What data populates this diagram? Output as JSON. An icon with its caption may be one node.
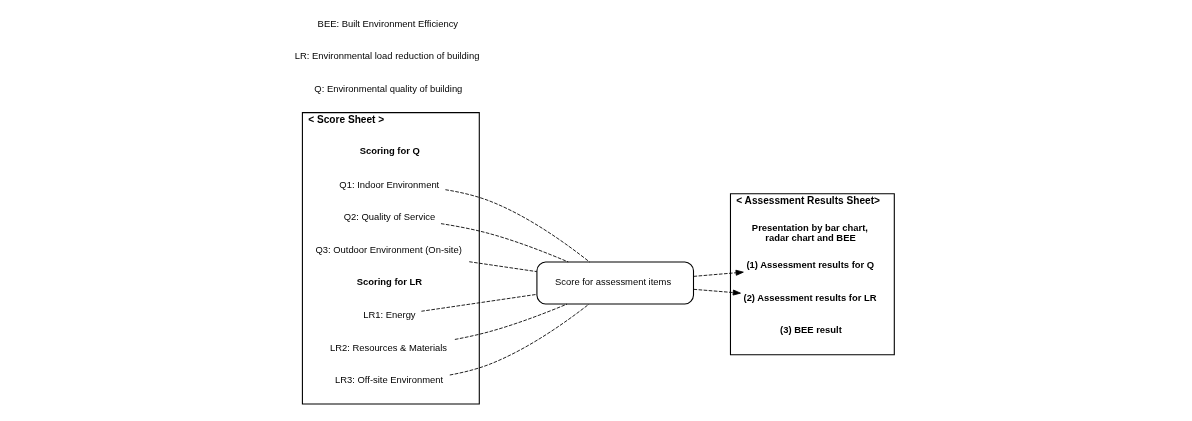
{
  "diagram": {
    "nodes": [
      {
        "text": [
          "< Score Sheet >"
        ]
      },
      {
        "text": [
          "Q1: Indoor Environment"
        ],
        "in": 0
      },
      {
        "text": [
          "Q2: Quality of Service"
        ],
        "in": 0
      },
      {
        "text": [
          "Q3: Outdoor Environment (On-site)"
        ],
        "in": 0
      },
      {
        "text": [
          "LR1: Energy"
        ],
        "in": 0
      },
      {
        "text": [
          "LR2: Resources & Materials"
        ],
        "in": 0
      },
      {
        "text": [
          "LR3: Off-site Environment"
        ],
        "in": 0
      },
      {
        "text": [
          "Score for assessment items"
        ]
      },
      {
        "text": [
          "< Assessment Results Sheet>"
        ]
      },
      {
        "text": [
          "Presentation by bar chart, radar chart and BEE"
        ],
        "in": 8
      },
      {
        "text": [
          "(1) Assessment results for Q"
        ],
        "in": 8
      },
      {
        "text": [
          "(2) Assessment results for LR"
        ],
        "in": 8
      },
      {
        "text": [
          "(3) BEE result"
        ],
        "in": 8
      }
    ],
    "edges": [
      {
        "from": 1,
        "to": 7,
        "arrow": "none",
        "style": "dashed"
      },
      {
        "from": 2,
        "to": 7,
        "arrow": "none",
        "style": "dashed"
      },
      {
        "from": 3,
        "to": 7,
        "arrow": "none",
        "style": "dashed"
      },
      {
        "from": 4,
        "to": 7,
        "arrow": "none",
        "style": "dashed"
      },
      {
        "from": 5,
        "to": 7,
        "arrow": "none",
        "style": "dashed"
      },
      {
        "from": 6,
        "to": 7,
        "arrow": "none",
        "style": "dashed"
      },
      {
        "from": 7,
        "to": 10,
        "arrow": "to",
        "style": "dashed"
      },
      {
        "from": 7,
        "to": 11,
        "arrow": "to",
        "style": "dashed"
      }
    ],
    "labels": [
      "Scoring for Q",
      "Scoring for LR",
      "Q: Environmental quality of building",
      "LR: Environmental load reduction of building",
      "BEE: Built Environment Efficiency"
    ]
  }
}
